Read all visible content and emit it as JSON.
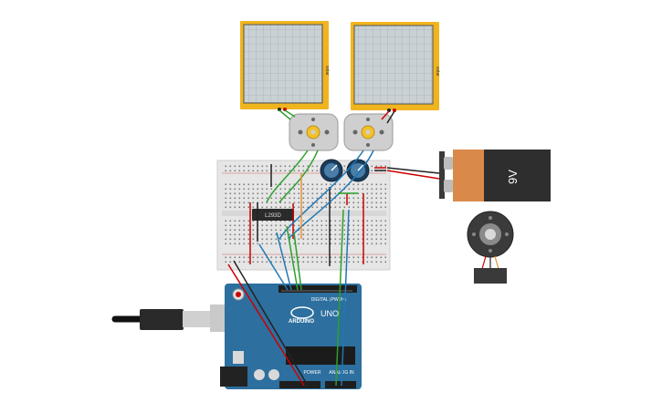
{
  "scene": "circuit-workspace",
  "components": {
    "solar_panel_left": {
      "kind": "solar-panel",
      "label": "solar-panel"
    },
    "solar_panel_right": {
      "kind": "solar-panel",
      "label": "solar-panel"
    },
    "motor_left": {
      "kind": "dc-motor"
    },
    "motor_right": {
      "kind": "dc-motor"
    },
    "breadboard": {
      "kind": "breadboard"
    },
    "chip": {
      "kind": "ic",
      "label": "L293D"
    },
    "pot_left": {
      "kind": "potentiometer"
    },
    "pot_right": {
      "kind": "potentiometer"
    },
    "battery": {
      "kind": "battery",
      "label": "9V"
    },
    "servo": {
      "kind": "positional-servo"
    },
    "arduino": {
      "kind": "arduino-uno",
      "brand": "ARDUINO",
      "model": "UNO",
      "header_top": "DIGITAL (PWM~)",
      "header_power": "POWER",
      "header_analog": "ANALOG IN"
    },
    "usb_cable": {
      "kind": "usb-cable"
    }
  },
  "colors": {
    "wire_green": "#2ca02c",
    "wire_blue": "#1f77b4",
    "wire_orange": "#e69138",
    "wire_red": "#cc0000",
    "wire_black": "#222222",
    "panel_frame": "#f0b41e",
    "board_blue": "#2d6f9e",
    "battery_body": "#2e2e2e",
    "battery_orange": "#d98a4a"
  }
}
